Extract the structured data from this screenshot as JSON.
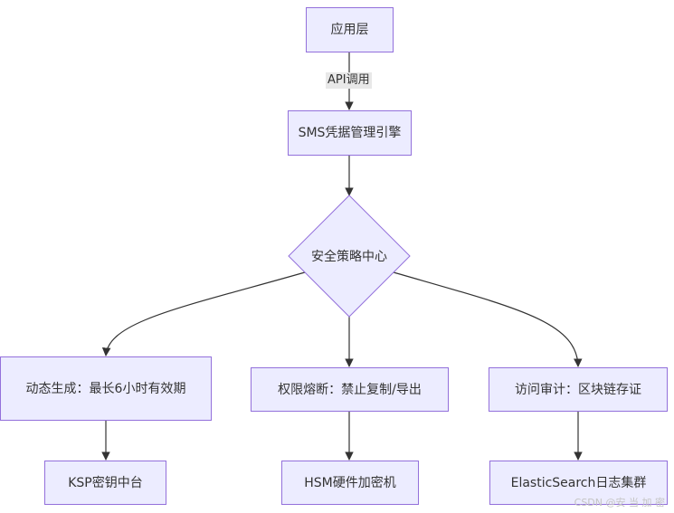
{
  "diagram": {
    "nodes": {
      "app_layer": "应用层",
      "sms_engine": "SMS凭据管理引擎",
      "security_center": "安全策略中心",
      "dynamic_gen": "动态生成：最长6小时有效期",
      "perm_fuse": "权限熔断：禁止复制/导出",
      "audit": "访问审计：区块链存证",
      "ksp": "KSP密钥中台",
      "hsm": "HSM硬件加密机",
      "es_logs": "ElasticSearch日志集群"
    },
    "edge_labels": {
      "api_call": "API调用"
    }
  },
  "watermark": "CSDN @安 当 加 密"
}
